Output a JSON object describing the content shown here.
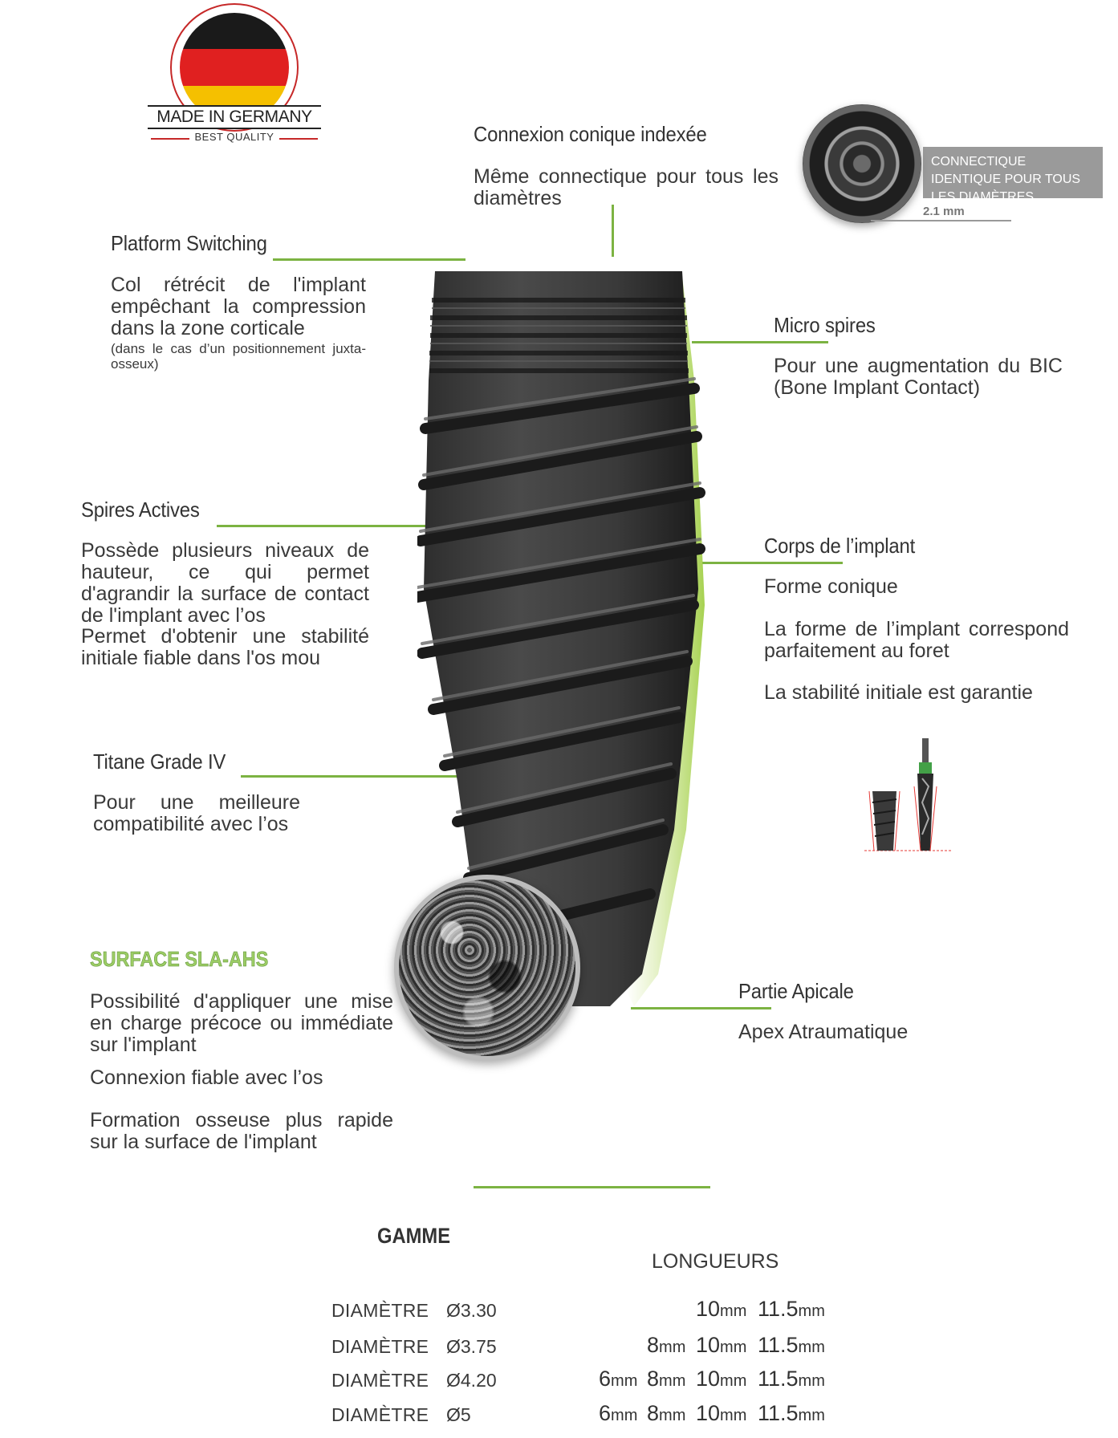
{
  "badge": {
    "main": "MADE IN GERMANY",
    "sub": "BEST QUALITY",
    "colors": [
      "#1a1a1a",
      "#e02020",
      "#f5c000"
    ]
  },
  "connexion": {
    "title": "Connexion conique indexée",
    "text": "Même connectique pour tous les diamètres",
    "image_label": "CONNECTIQUE IDENTIQUE POUR TOUS LES DIAMÈTRES",
    "measure": "2.1 mm"
  },
  "platform": {
    "title": "Platform Switching",
    "text": "Col rétrécit de l'implant empêchant la compression dans la zone corticale",
    "note": "(dans le cas d’un positionnement juxta-osseux)"
  },
  "micro": {
    "title": "Micro spires",
    "text": "Pour une augmentation du BIC (Bone Implant Contact)"
  },
  "spires": {
    "title": "Spires Actives",
    "text1": "Possède plusieurs niveaux de hauteur, ce qui permet d'agrandir la surface de contact de l'implant avec l’os",
    "text2": "Permet d'obtenir une stabilité initiale fiable dans l'os mou"
  },
  "corps": {
    "title": "Corps de l’implant",
    "text1": "Forme conique",
    "text2": "La forme de l’implant correspond parfaitement au foret",
    "text3": "La stabilité initiale est garantie"
  },
  "titane": {
    "title": "Titane Grade IV",
    "text": "Pour une meilleure compatibilité avec l’os"
  },
  "surface": {
    "title": "SURFACE SLA-AHS",
    "text1": "Possibilité d'appliquer une mise en charge précoce ou immédiate sur l'implant",
    "text2": "Connexion fiable avec l’os",
    "text3": "Formation osseuse plus rapide sur la surface de l'implant"
  },
  "apicale": {
    "title": "Partie Apicale",
    "text": "Apex Atraumatique"
  },
  "gamme": {
    "title": "GAMME",
    "longueurs": "LONGUEURS",
    "row_label": "DIAMÈTRE",
    "unit": "mm",
    "rows": [
      {
        "diam": "Ø3.30",
        "l1": "",
        "l2": "",
        "l3": "10",
        "l4": "11.5"
      },
      {
        "diam": "Ø3.75",
        "l1": "",
        "l2": "8",
        "l3": "10",
        "l4": "11.5"
      },
      {
        "diam": "Ø4.20",
        "l1": "6",
        "l2": "8",
        "l3": "10",
        "l4": "11.5"
      },
      {
        "diam": "Ø5",
        "l1": "6",
        "l2": "8",
        "l3": "10",
        "l4": "11.5"
      }
    ]
  },
  "accent_color": "#7cb342"
}
